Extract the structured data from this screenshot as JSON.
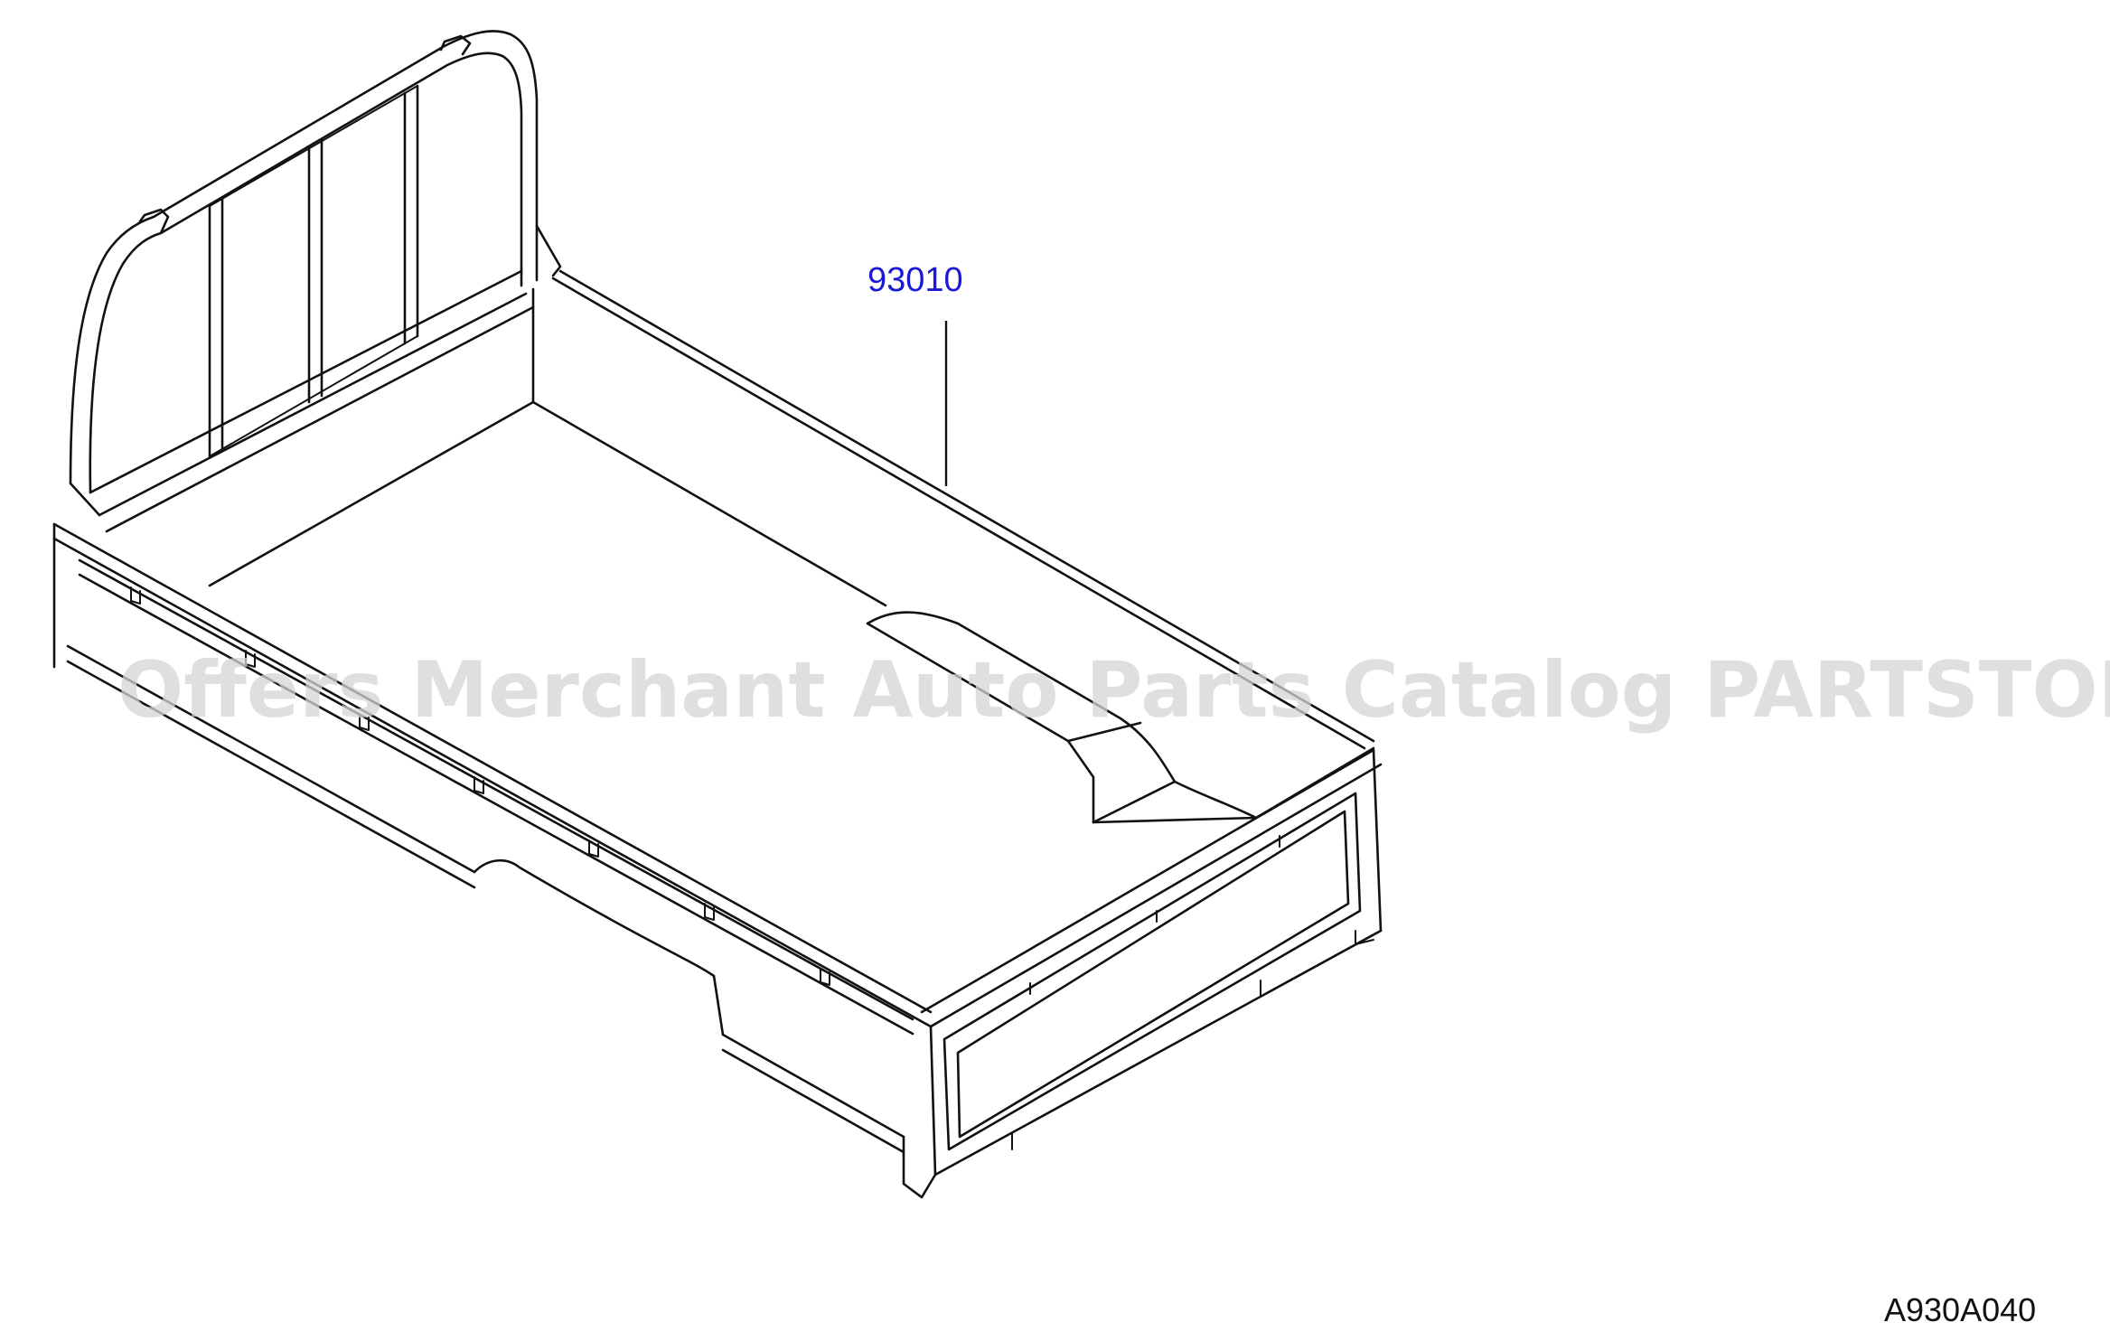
{
  "diagram": {
    "part_callouts": [
      {
        "label": "93010"
      }
    ],
    "figure_code": "A930A040",
    "watermark": "Offers Merchant Auto Parts Catalog PARTSTORE.SA"
  }
}
